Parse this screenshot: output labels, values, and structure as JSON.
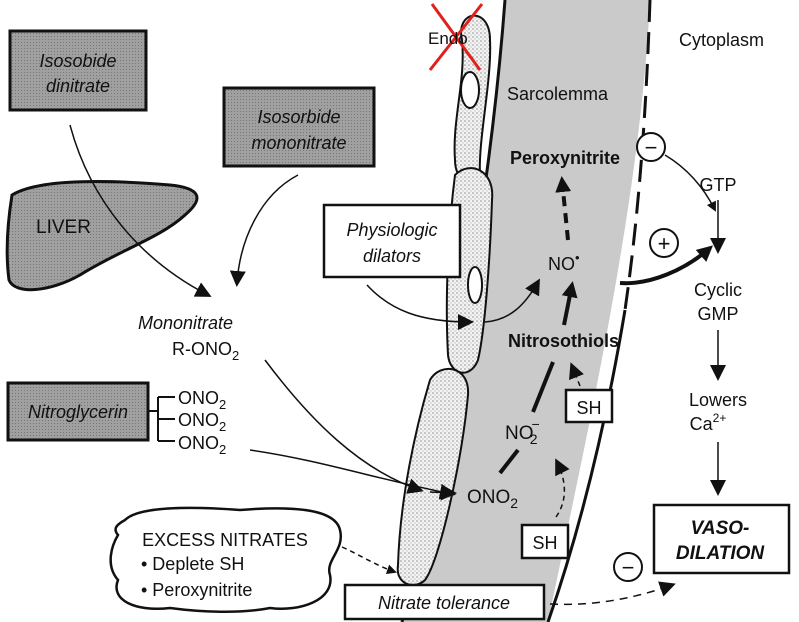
{
  "boxes": {
    "isosorbide_dinitrate": [
      "Isosobide",
      "dinitrate"
    ],
    "isosorbide_mononitrate": [
      "Isosorbide",
      "mononitrate"
    ],
    "physiologic_dilators": [
      "Physiologic",
      "dilators"
    ],
    "nitroglycerin": "Nitroglycerin",
    "nitrate_tolerance": "Nitrate tolerance",
    "vasodilation": [
      "VASO-",
      "DILATION"
    ],
    "sh_upper": "SH",
    "sh_lower": "SH"
  },
  "labels": {
    "liver": "LIVER",
    "mononitrate": "Mononitrate",
    "r_ono2": "R-ONO",
    "ono2": "ONO",
    "subscript_2": "2",
    "endo": "Endo",
    "cytoplasm": "Cytoplasm",
    "sarcolemma": "Sarcolemma",
    "peroxynitrite": "Peroxynitrite",
    "gtp": "GTP",
    "no_radical": "NO",
    "radical_dot": "•",
    "cyclic": "Cyclic",
    "gmp": "GMP",
    "nitrosothiols": "Nitrosothiols",
    "no2_minus": "NO",
    "minus_sup": "−",
    "lowers": "Lowers",
    "ca": "Ca",
    "ca_charge": "2+",
    "plus_sign": "+",
    "minus_sign": "−"
  },
  "excess_nitrates": {
    "title": "EXCESS NITRATES",
    "items": [
      "• Deplete SH",
      "• Peroxynitrite"
    ]
  },
  "colors": {
    "box_fill": "#9c9c9c",
    "membrane_fill": "#c8c8c8",
    "cell_fill": "#f2f2f2",
    "cross_out": "#e0201c"
  }
}
